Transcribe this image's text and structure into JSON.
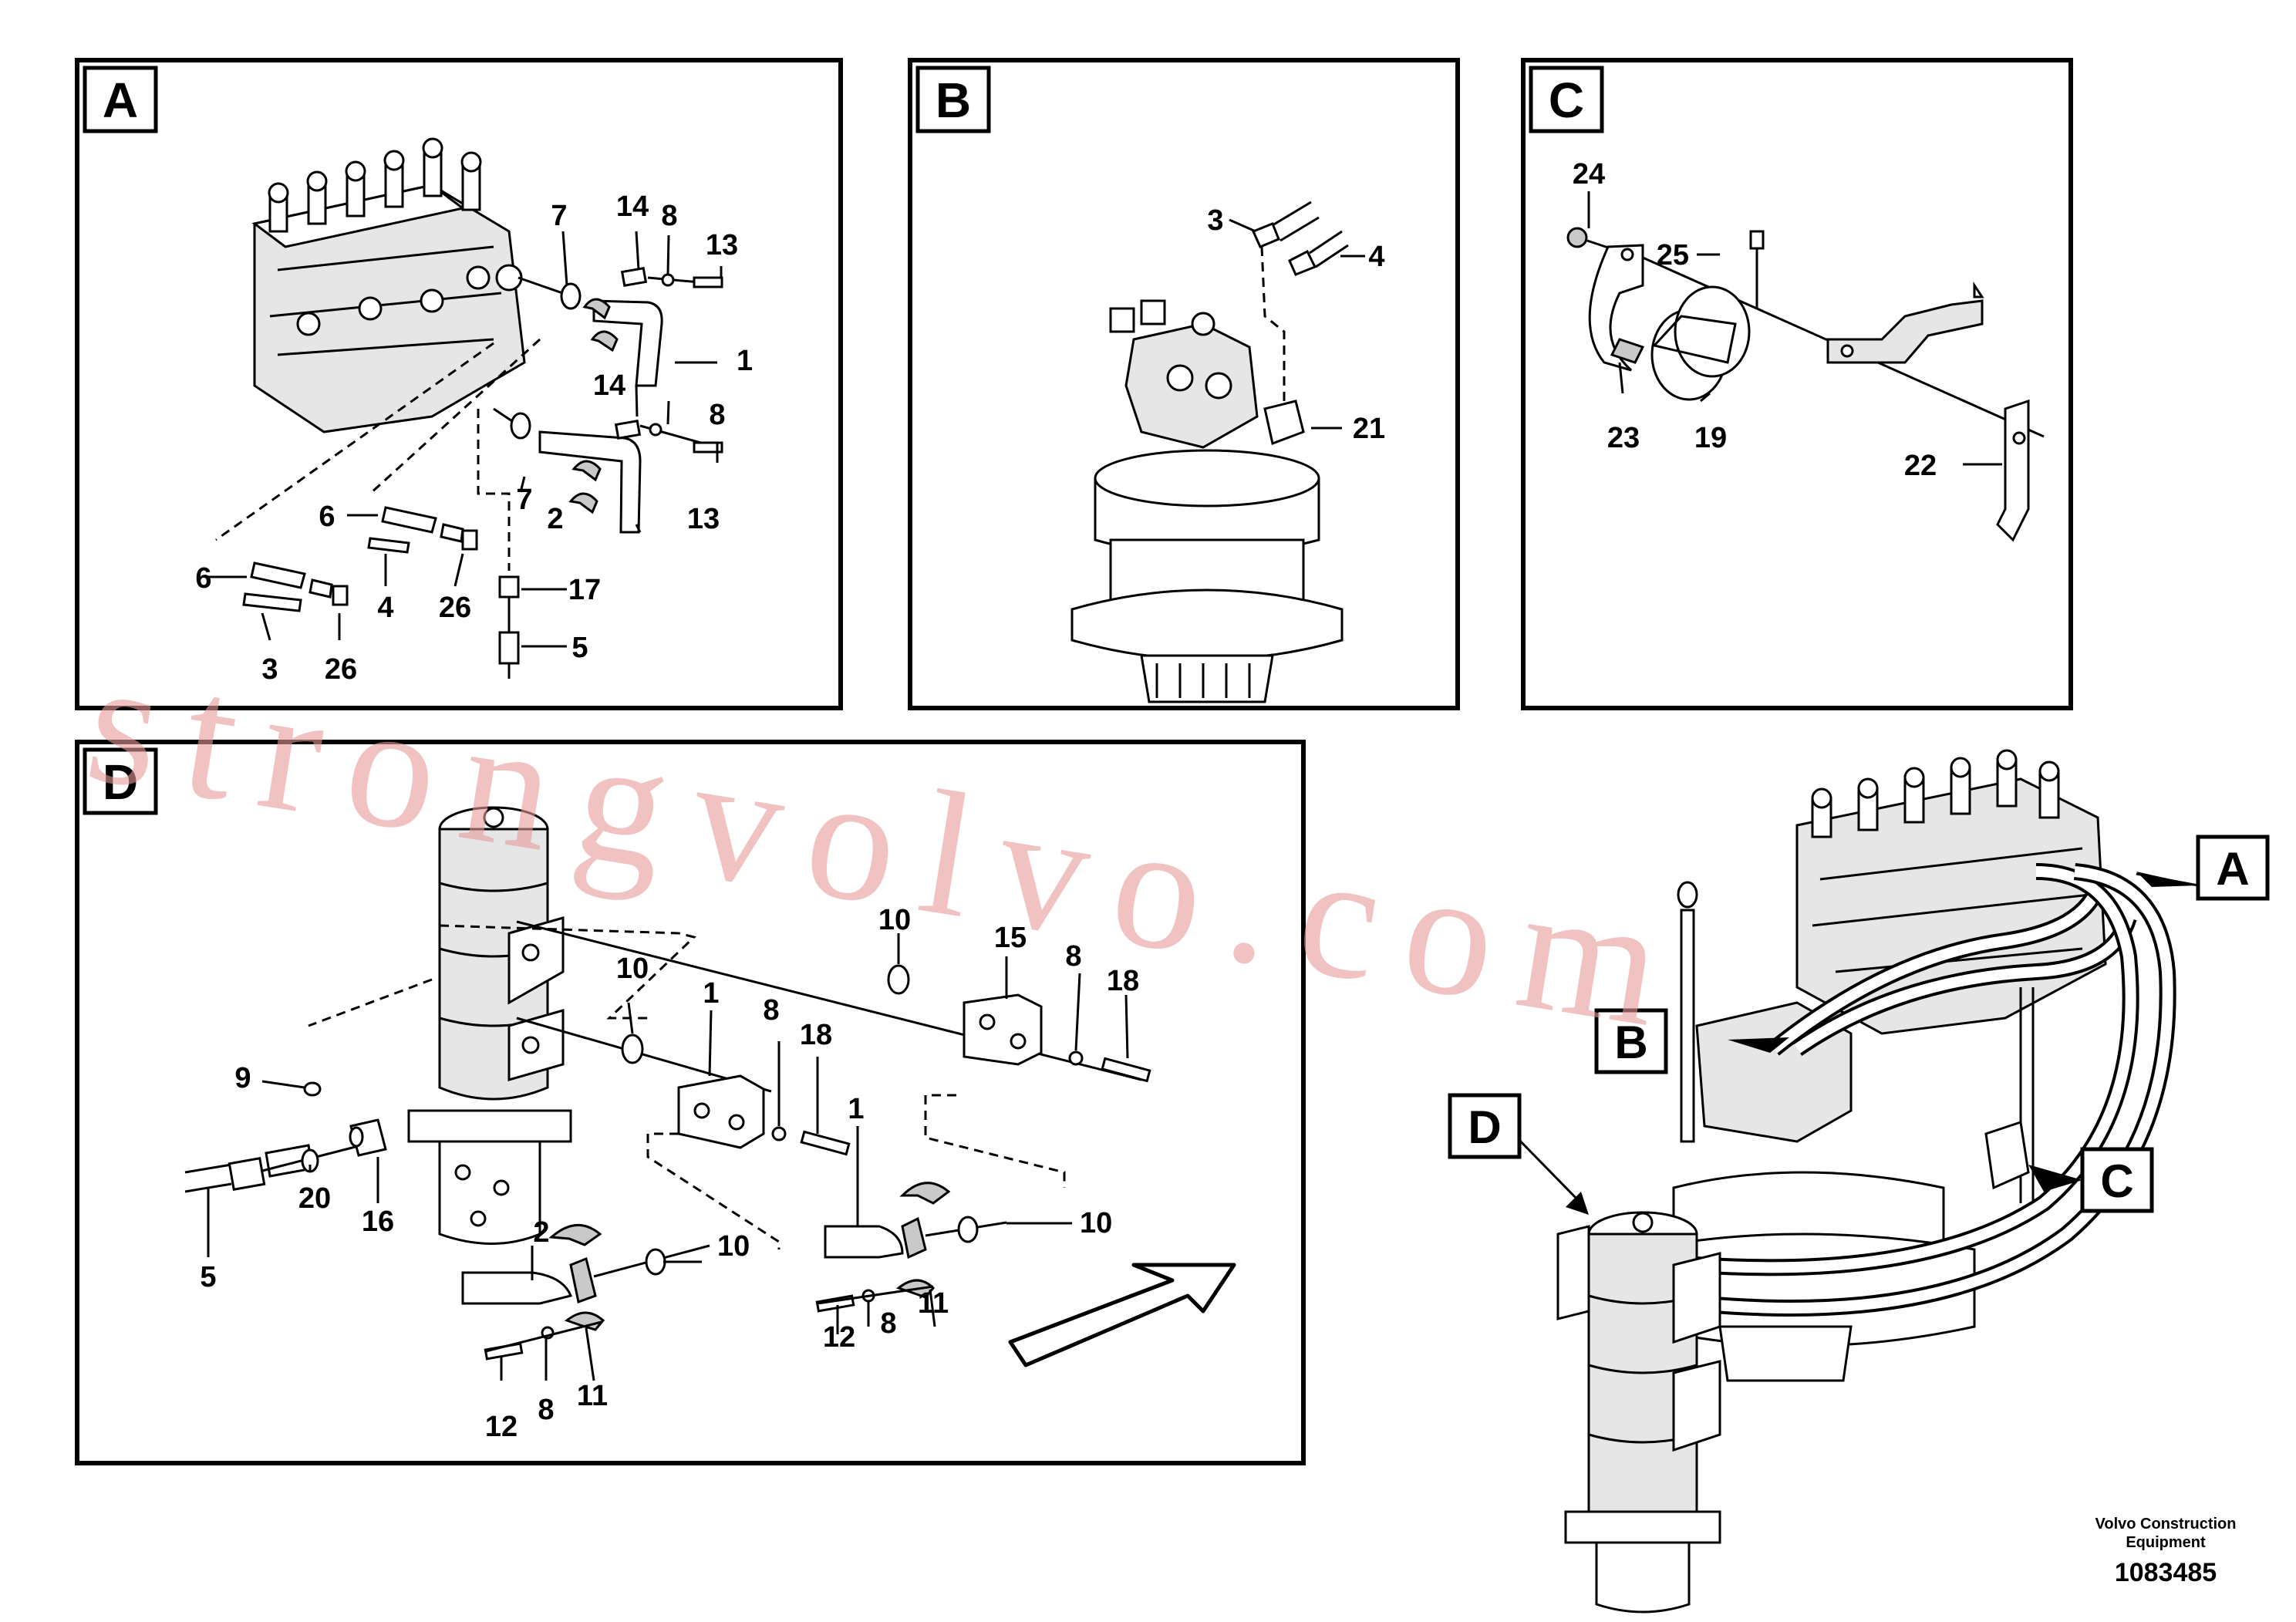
{
  "panels": {
    "a": {
      "letter": "A"
    },
    "b": {
      "letter": "B"
    },
    "c": {
      "letter": "C"
    },
    "d": {
      "letter": "D"
    }
  },
  "panel_a_labels": [
    "7",
    "14",
    "8",
    "13",
    "1",
    "14",
    "8",
    "13",
    "2",
    "7",
    "17",
    "5",
    "6",
    "6",
    "4",
    "26",
    "3",
    "26"
  ],
  "panel_b_labels": [
    "3",
    "4",
    "21"
  ],
  "panel_c_labels": [
    "24",
    "25",
    "23",
    "19",
    "22"
  ],
  "panel_d_labels": [
    "10",
    "15",
    "8",
    "18",
    "10",
    "1",
    "8",
    "18",
    "9",
    "20",
    "16",
    "5",
    "1",
    "10",
    "2",
    "10",
    "12",
    "8",
    "11",
    "12",
    "8",
    "11"
  ],
  "overview_callouts": [
    "A",
    "B",
    "C",
    "D"
  ],
  "watermark": "strongvolvo.com",
  "footer": {
    "brand_line1": "Volvo Construction",
    "brand_line2": "Equipment",
    "doc_number": "1083485"
  }
}
